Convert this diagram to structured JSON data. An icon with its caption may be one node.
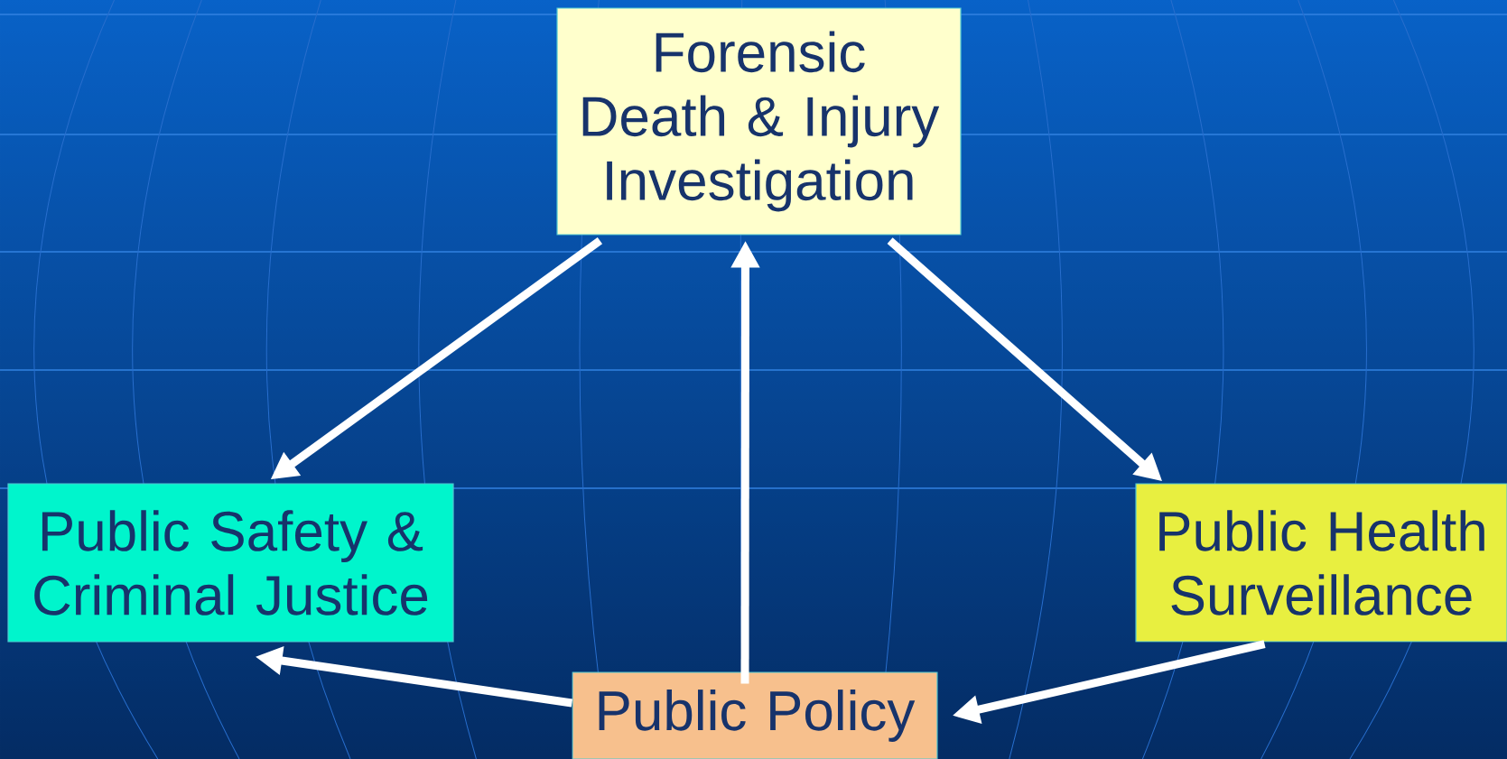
{
  "diagram": {
    "nodes": [
      {
        "text": [
          "Forensic Death & Injury Investigation"
        ]
      },
      {
        "text": [
          "Public Safety & Criminal Justice"
        ]
      },
      {
        "text": [
          "Public Health Surveillance"
        ]
      },
      {
        "text": [
          "Public Policy"
        ]
      }
    ],
    "edges": [
      {
        "from": 0,
        "to": 1,
        "arrow": "to"
      },
      {
        "from": 0,
        "to": 2,
        "arrow": "to"
      },
      {
        "from": 3,
        "to": 0,
        "arrow": "to"
      },
      {
        "from": 3,
        "to": 1,
        "arrow": "to"
      },
      {
        "from": 2,
        "to": 3,
        "arrow": "to"
      }
    ]
  }
}
